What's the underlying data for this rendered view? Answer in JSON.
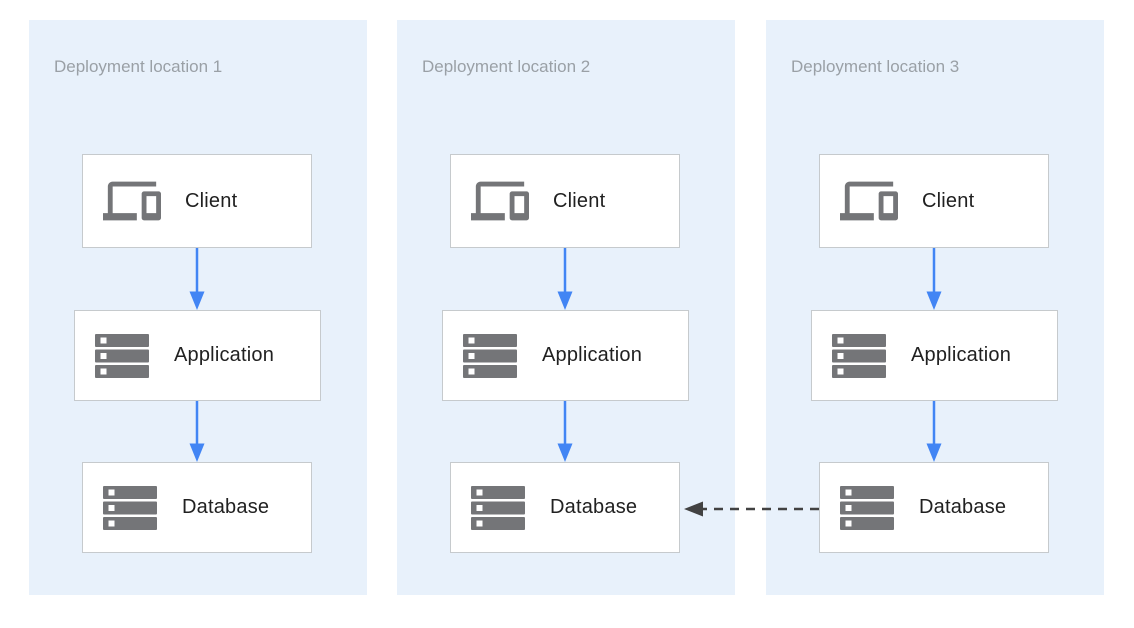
{
  "diagram": {
    "colors": {
      "panel_bg": "#e8f1fb",
      "panel_title": "#9aa0a6",
      "node_bg": "#ffffff",
      "node_border": "#c6cacd",
      "node_label": "#212121",
      "icon_gray": "#747578",
      "flow_arrow": "#4285f4",
      "replication_arrow": "#424242"
    },
    "panels": [
      {
        "title": "Deployment location 1",
        "nodes": [
          {
            "label": "Client",
            "icon": "devices-icon"
          },
          {
            "label": "Application",
            "icon": "server-stack-icon"
          },
          {
            "label": "Database",
            "icon": "server-stack-icon"
          }
        ]
      },
      {
        "title": "Deployment location 2",
        "nodes": [
          {
            "label": "Client",
            "icon": "devices-icon"
          },
          {
            "label": "Application",
            "icon": "server-stack-icon"
          },
          {
            "label": "Database",
            "icon": "server-stack-icon"
          }
        ]
      },
      {
        "title": "Deployment location 3",
        "nodes": [
          {
            "label": "Client",
            "icon": "devices-icon"
          },
          {
            "label": "Application",
            "icon": "server-stack-icon"
          },
          {
            "label": "Database",
            "icon": "server-stack-icon"
          }
        ]
      }
    ],
    "edges": [
      {
        "panel": 1,
        "from": "Client",
        "to": "Application",
        "style": "solid"
      },
      {
        "panel": 1,
        "from": "Application",
        "to": "Database",
        "style": "solid"
      },
      {
        "panel": 2,
        "from": "Client",
        "to": "Application",
        "style": "solid"
      },
      {
        "panel": 2,
        "from": "Application",
        "to": "Database",
        "style": "solid"
      },
      {
        "panel": 3,
        "from": "Client",
        "to": "Application",
        "style": "solid"
      },
      {
        "panel": 3,
        "from": "Application",
        "to": "Database",
        "style": "solid"
      },
      {
        "from": "Database (Deployment location 3)",
        "to": "Database (Deployment location 2)",
        "style": "dashed"
      }
    ]
  }
}
